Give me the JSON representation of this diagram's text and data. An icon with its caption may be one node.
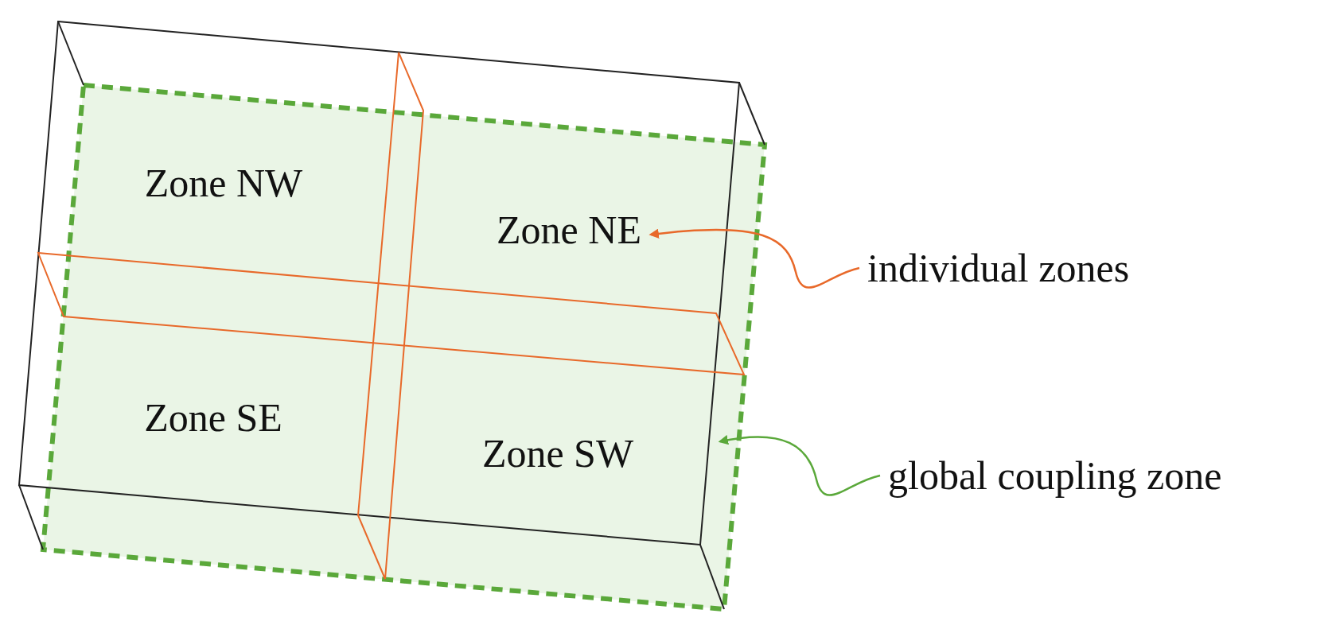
{
  "diagram": {
    "nodes": [
      {
        "text": [],
        "shape": "box"
      },
      {
        "text": [
          "Zone NW"
        ],
        "in": 0
      },
      {
        "text": [
          "Zone NE"
        ],
        "in": 0
      },
      {
        "text": [
          "Zone SE"
        ],
        "in": 0
      },
      {
        "text": [
          "Zone SW"
        ],
        "in": 0
      },
      {
        "text": [
          "individual zones"
        ]
      },
      {
        "text": [
          "global coupling zone"
        ]
      }
    ],
    "edges": [
      {
        "from": 5,
        "to": 2,
        "arrow": "to",
        "color": "#e8692a"
      },
      {
        "from": 6,
        "to": 0,
        "arrow": "to",
        "color": "#5aa83a"
      }
    ]
  }
}
